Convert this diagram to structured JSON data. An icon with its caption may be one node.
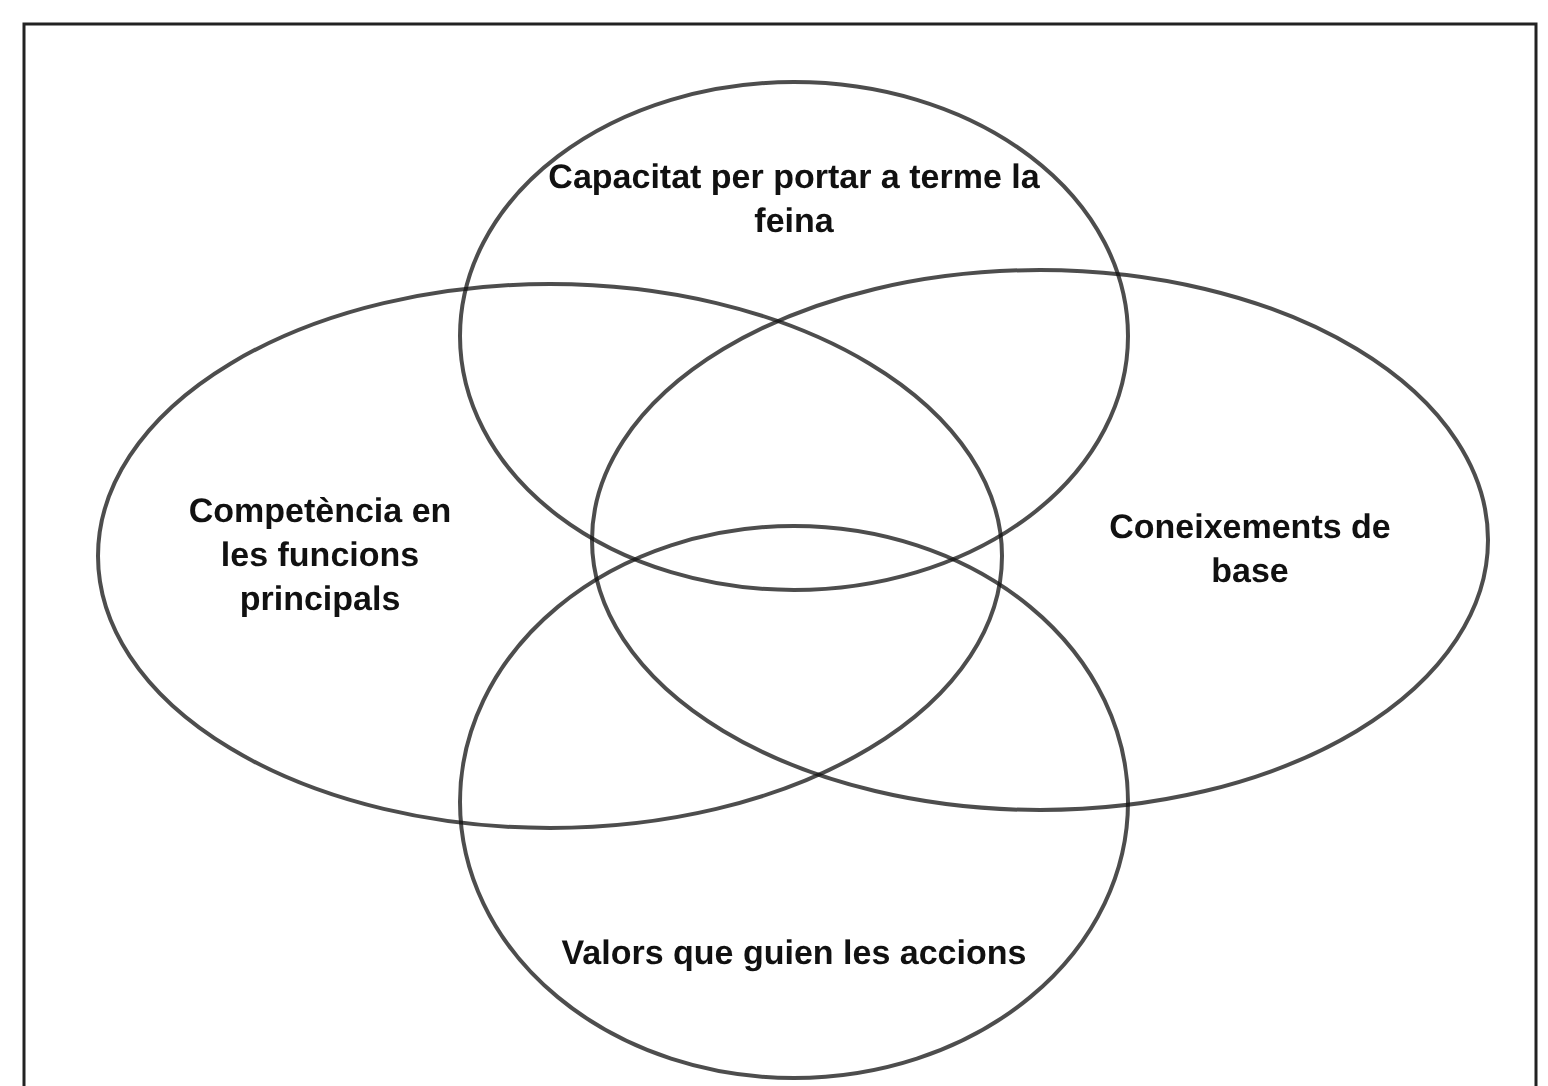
{
  "diagram": {
    "nodes": [
      {
        "text": [
          "Capacitat per portar a terme la feina"
        ]
      },
      {
        "text": [
          "Competència en les funcions principals"
        ]
      },
      {
        "text": [
          "Coneixements de base"
        ]
      },
      {
        "text": [
          "Valors que guien les accions"
        ]
      }
    ]
  }
}
